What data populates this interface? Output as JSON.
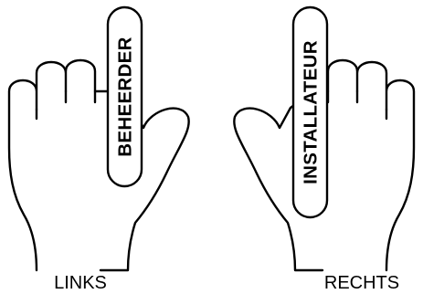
{
  "left_hand": {
    "finger_label": "BEHEERDER",
    "caption": "LINKS"
  },
  "right_hand": {
    "finger_label": "INSTALLATEUR",
    "caption": "RECHTS"
  },
  "colors": {
    "background": "#ffffff",
    "stroke": "#000000"
  }
}
